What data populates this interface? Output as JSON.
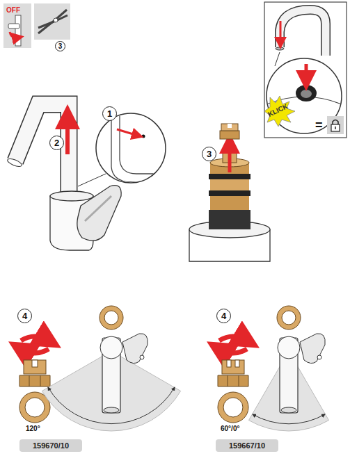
{
  "diagram": {
    "nodes": [
      {
        "text": [
          "3"
        ]
      },
      {
        "text": [
          "1"
        ]
      },
      {
        "text": [
          "2"
        ]
      },
      {
        "text": [
          "3"
        ]
      },
      {
        "text": [
          "4"
        ]
      },
      {
        "text": [
          "159670/10"
        ]
      },
      {
        "text": [
          "4"
        ]
      },
      {
        "text": [
          "159667/10"
        ]
      }
    ],
    "labels": [
      "OFF",
      "KLICK",
      "=",
      "120°",
      "60°/0°"
    ]
  }
}
